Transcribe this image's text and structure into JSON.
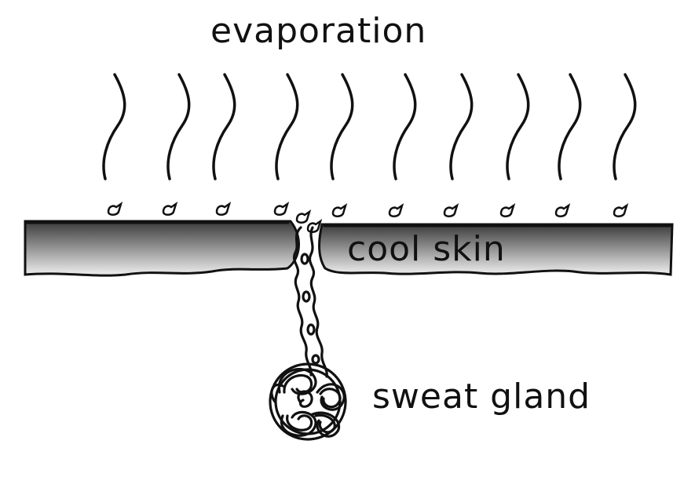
{
  "labels": {
    "evaporation": "evaporation",
    "skin": "cool skin",
    "gland": "sweat gland"
  },
  "colors": {
    "ink": "#111111",
    "skin_dark": "#4a4a4a",
    "skin_light": "#e4e4e4"
  }
}
